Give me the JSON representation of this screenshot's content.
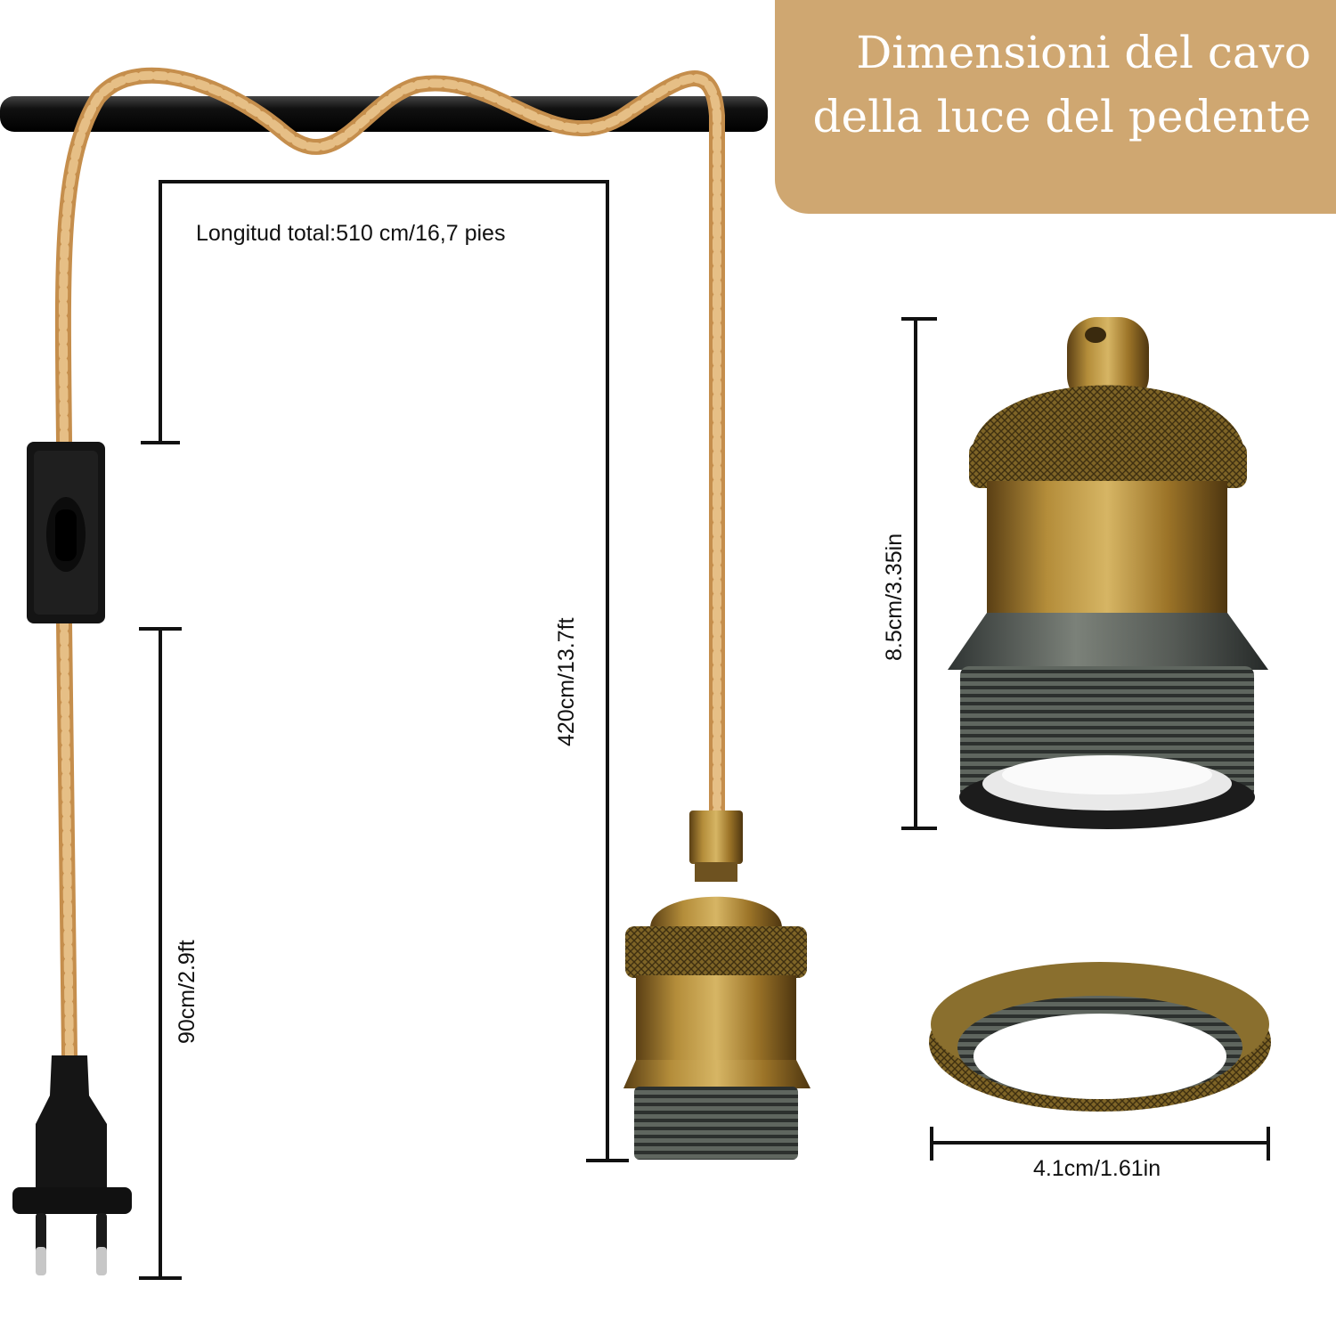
{
  "title": {
    "line1": "Dimensioni del cavo",
    "line2": "della luce del pedente"
  },
  "measurements": {
    "total_length": "Longitud total:510 cm/16,7 pies",
    "switch_to_holder": "420cm/13.7ft",
    "plug_to_switch": "90cm/2.9ft",
    "holder_height": "8.5cm/3.35in",
    "ring_diameter": "4.1cm/1.61in"
  },
  "colors": {
    "title_background": "#cfa771",
    "cable": "#d8a868",
    "brass": "#a8802c",
    "dimension_line": "#111111"
  }
}
